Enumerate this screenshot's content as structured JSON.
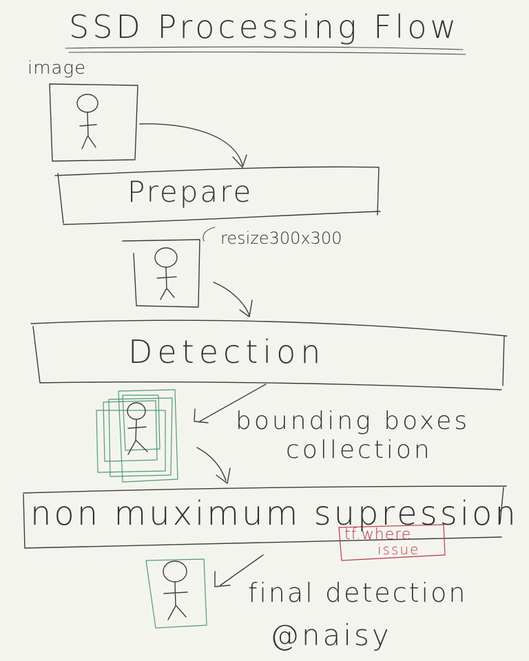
{
  "title": "SSD Processing Flow",
  "labels": {
    "image": "image",
    "prepare": "Prepare",
    "resize": "resize300x300",
    "detection": "Detection",
    "bbox_line1": "bounding boxes",
    "bbox_line2": "collection",
    "nms": "non muximum supression",
    "tf_line1": "tf.where",
    "tf_line2": "issue",
    "final": "final detection",
    "author": "@naisy"
  },
  "colors": {
    "ink": "#3a3a3a",
    "box_green": "#4f9a6e",
    "note_red": "#c0343e",
    "paper": "#f4f4ef"
  }
}
